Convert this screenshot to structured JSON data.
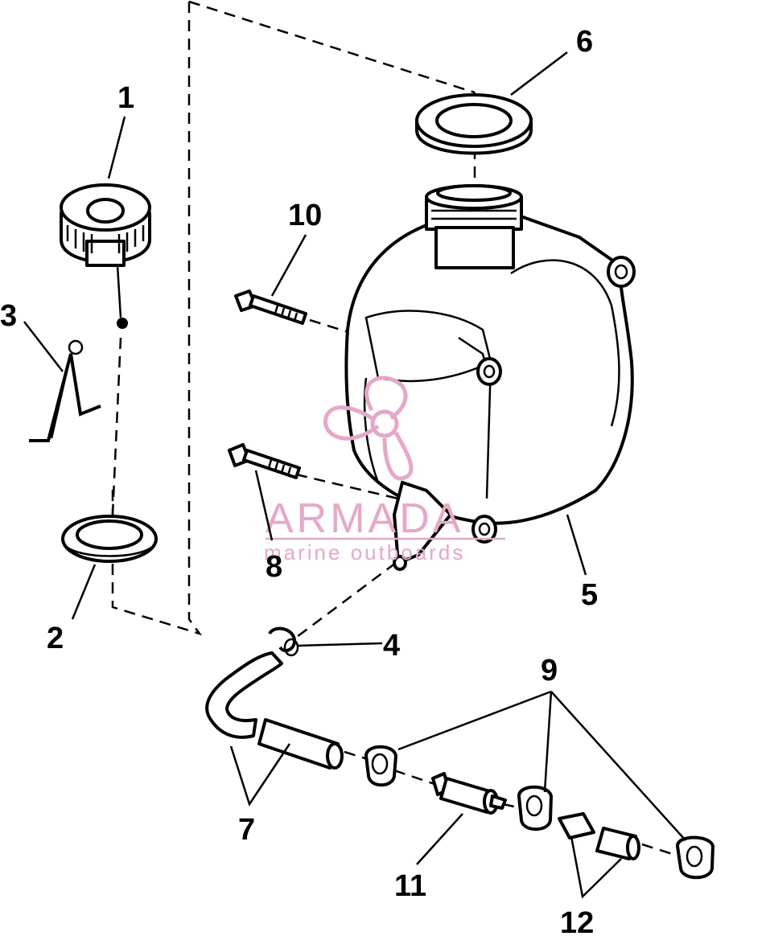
{
  "callouts": {
    "c1": "1",
    "c2": "2",
    "c3": "3",
    "c4": "4",
    "c5": "5",
    "c6": "6",
    "c7": "7",
    "c8": "8",
    "c9": "9",
    "c10": "10",
    "c11": "11",
    "c12": "12"
  },
  "watermark": {
    "title": "ARMADA",
    "subtitle": "marine outboards",
    "color": "#e8a6c8"
  }
}
